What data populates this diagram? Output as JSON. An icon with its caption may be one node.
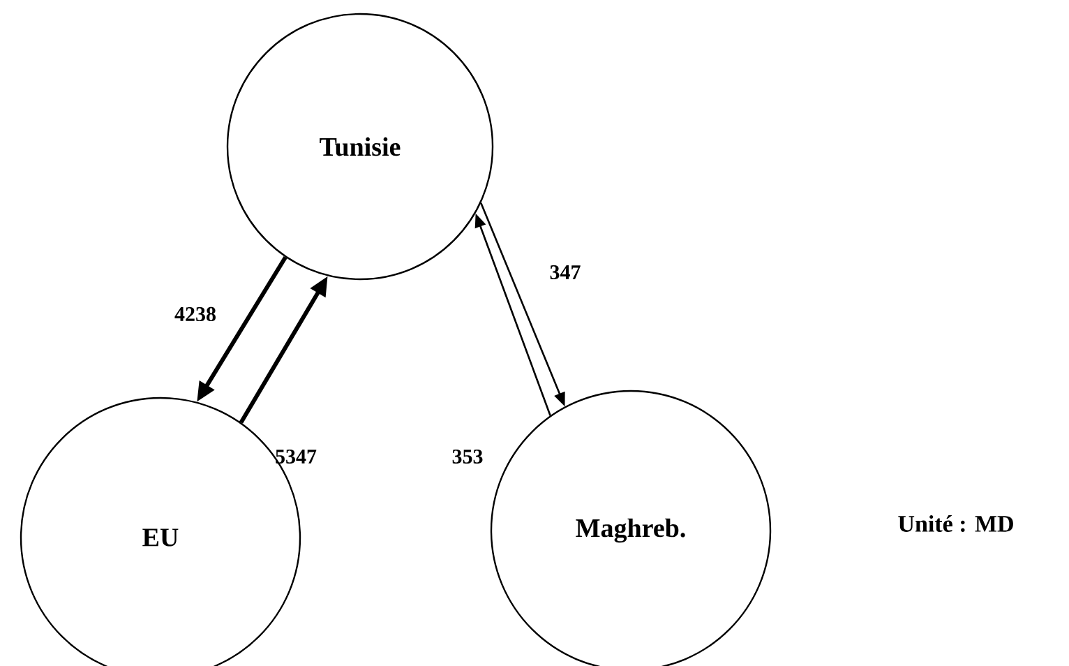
{
  "diagram": {
    "nodes": [
      {
        "text": [
          "Tunisie"
        ]
      },
      {
        "text": [
          "EU"
        ]
      },
      {
        "text": [
          "Maghreb."
        ]
      }
    ],
    "edges": [
      {
        "from": 0,
        "to": 1,
        "arrow": "to",
        "label": "4238",
        "style": "thick"
      },
      {
        "from": 1,
        "to": 0,
        "arrow": "to",
        "label": "5347",
        "style": "thick"
      },
      {
        "from": 0,
        "to": 2,
        "arrow": "to",
        "label": "347"
      },
      {
        "from": 2,
        "to": 0,
        "arrow": "to",
        "label": "353"
      }
    ],
    "labels": [
      "Unité : MD"
    ]
  }
}
